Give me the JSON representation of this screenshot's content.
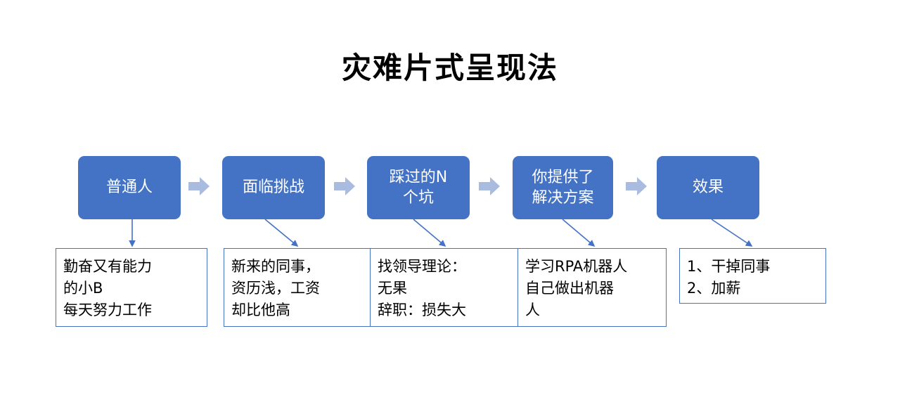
{
  "slide": {
    "title": "灾难片式呈现法",
    "background_color": "#FFFFFF",
    "accent_color": "#4472C4",
    "chevron_color": "#A9BCDF",
    "text_color": "#000000",
    "stage_text_color": "#FFFFFF"
  },
  "stages": [
    {
      "id": "stage-1",
      "label": "普通人"
    },
    {
      "id": "stage-2",
      "label": "面临挑战"
    },
    {
      "id": "stage-3",
      "label": "踩过的N\n个坑"
    },
    {
      "id": "stage-4",
      "label": "你提供了\n解决方案"
    },
    {
      "id": "stage-5",
      "label": "效果"
    }
  ],
  "chevrons": [
    {
      "id": "chevron-1"
    },
    {
      "id": "chevron-2"
    },
    {
      "id": "chevron-3"
    },
    {
      "id": "chevron-4"
    }
  ],
  "details": [
    {
      "id": "detail-1",
      "text": "勤奋又有能力\n的小B\n每天努力工作"
    },
    {
      "id": "detail-2",
      "text": "新来的同事，\n资历浅，工资\n却比他高"
    },
    {
      "id": "detail-3",
      "text": "找领导理论：\n无果\n辞职：损失大"
    },
    {
      "id": "detail-4",
      "text": "学习RPA机器人\n自己做出机器\n人"
    },
    {
      "id": "detail-5",
      "text": "1、干掉同事\n2、加薪"
    }
  ],
  "connectors": [
    {
      "id": "connector-1",
      "from": "stage-1",
      "to": "detail-1"
    },
    {
      "id": "connector-2",
      "from": "stage-2",
      "to": "detail-2"
    },
    {
      "id": "connector-3",
      "from": "stage-3",
      "to": "detail-3"
    },
    {
      "id": "connector-4",
      "from": "stage-4",
      "to": "detail-4"
    },
    {
      "id": "connector-5",
      "from": "stage-5",
      "to": "detail-5"
    }
  ]
}
